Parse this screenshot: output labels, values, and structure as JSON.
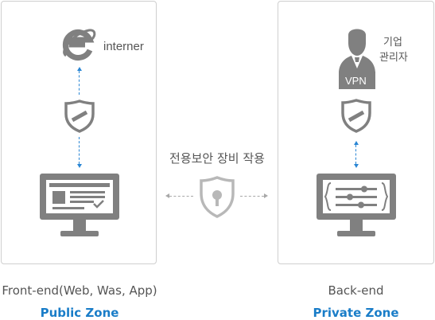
{
  "front": {
    "browser_label": "interner",
    "caption": "Front-end(Web, Was, App)",
    "zone": "Public Zone"
  },
  "middle": {
    "caption": "전용보안 장비 작용"
  },
  "back": {
    "user_line1": "기업",
    "user_line2": "관리자",
    "vpn_label": "VPN",
    "caption": "Back-end",
    "zone": "Private Zone"
  },
  "colors": {
    "accent": "#2a86d4",
    "zone_text": "#1a7dc8",
    "icon_gray": "#808080",
    "border": "#cfcfcf"
  }
}
